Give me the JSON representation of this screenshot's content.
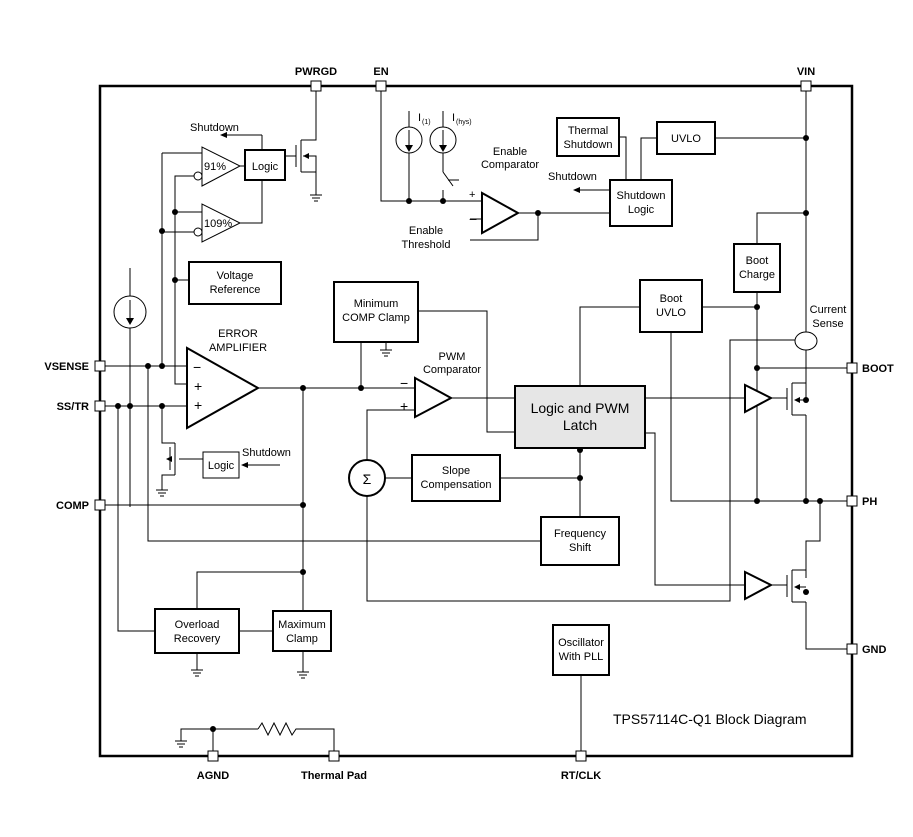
{
  "pins": {
    "pwrgd": "PWRGD",
    "en": "EN",
    "vin": "VIN",
    "vsense": "VSENSE",
    "sstr": "SS/TR",
    "comp": "COMP",
    "boot": "BOOT",
    "ph": "PH",
    "gnd": "GND",
    "agnd": "AGND",
    "thermal_pad": "Thermal Pad",
    "rtclk": "RT/CLK"
  },
  "blocks": {
    "thermal_shutdown": [
      "Thermal",
      "Shutdown"
    ],
    "uvlo": "UVLO",
    "shutdown_logic": [
      "Shutdown",
      "Logic"
    ],
    "voltage_reference": [
      "Voltage",
      "Reference"
    ],
    "min_comp_clamp": [
      "Minimum",
      "COMP Clamp"
    ],
    "boot_charge": [
      "Boot",
      "Charge"
    ],
    "boot_uvlo": [
      "Boot",
      "UVLO"
    ],
    "logic_pwm_latch": [
      "Logic and PWM",
      "Latch"
    ],
    "slope_comp": [
      "Slope",
      "Compensation"
    ],
    "freq_shift": [
      "Frequency",
      "Shift"
    ],
    "overload_recovery": [
      "Overload",
      "Recovery"
    ],
    "max_clamp": [
      "Maximum",
      "Clamp"
    ],
    "oscillator": [
      "Oscillator",
      "With PLL"
    ],
    "logic_top": "Logic",
    "logic_bottom": "Logic"
  },
  "labels": {
    "shutdown_top": "Shutdown",
    "comp91": "91%",
    "comp109": "109%",
    "i1": "I",
    "i1_sub": "(1)",
    "ihys": "I",
    "ihys_sub": "(hys)",
    "enable_comparator": [
      "Enable",
      "Comparator"
    ],
    "shutdown_mid": "Shutdown",
    "enable_threshold": [
      "Enable",
      "Threshold"
    ],
    "error_amplifier": [
      "ERROR",
      "AMPLIFIER"
    ],
    "pwm_comparator": [
      "PWM",
      "Comparator"
    ],
    "current_sense": [
      "Current",
      "Sense"
    ],
    "shutdown_bottom": "Shutdown",
    "sigma": "Σ",
    "plus": "+",
    "minus": "−"
  },
  "caption": "TPS57114C-Q1 Block Diagram"
}
